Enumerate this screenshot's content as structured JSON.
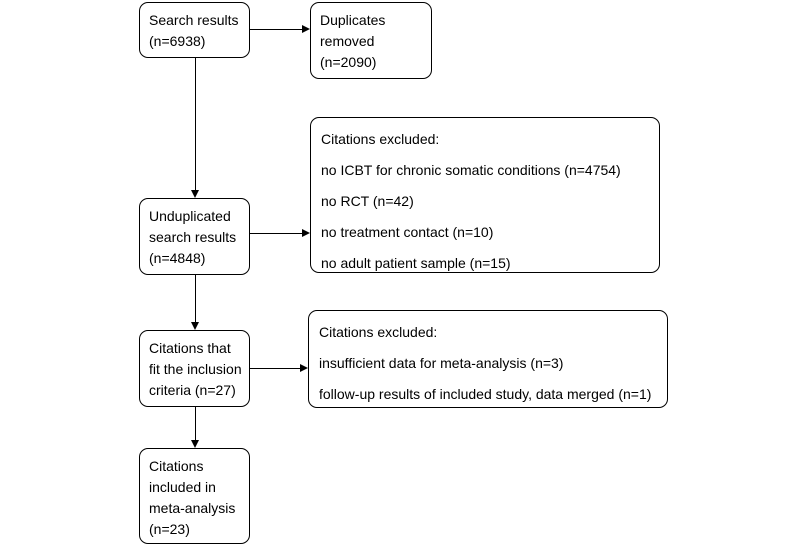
{
  "diagram": {
    "type": "prisma-flow-diagram",
    "background_color": "#ffffff",
    "line_color": "#000000",
    "text_color": "#000000",
    "nodes": {
      "search_results": {
        "lines": [
          "Search results",
          "(n=6938)"
        ]
      },
      "duplicates_removed": {
        "lines": [
          "Duplicates",
          "removed",
          "(n=2090)"
        ]
      },
      "unduplicated": {
        "lines": [
          "Unduplicated",
          "search results",
          "(n=4848)"
        ]
      },
      "excluded_screening": {
        "lines": [
          "Citations excluded:",
          "no ICBT for chronic somatic conditions (n=4754)",
          "no RCT (n=42)",
          "no treatment contact (n=10)",
          "no adult patient sample (n=15)"
        ]
      },
      "fit_inclusion": {
        "lines": [
          "Citations that",
          "fit the inclusion",
          "criteria (n=27)"
        ]
      },
      "excluded_fulltext": {
        "lines": [
          "Citations excluded:",
          "insufficient data for meta-analysis (n=3)",
          "follow-up results of included study, data merged (n=1)"
        ]
      },
      "included": {
        "lines": [
          "Citations",
          "included in",
          "meta-analysis",
          "(n=23)"
        ]
      }
    },
    "connectors": [
      {
        "name": "search-results-to-duplicates-removed",
        "direction": "right"
      },
      {
        "name": "search-results-to-unduplicated",
        "direction": "down"
      },
      {
        "name": "unduplicated-to-excluded-screening",
        "direction": "right"
      },
      {
        "name": "unduplicated-to-fit-inclusion",
        "direction": "down"
      },
      {
        "name": "fit-inclusion-to-excluded-fulltext",
        "direction": "right"
      },
      {
        "name": "fit-inclusion-to-included",
        "direction": "down"
      }
    ]
  }
}
